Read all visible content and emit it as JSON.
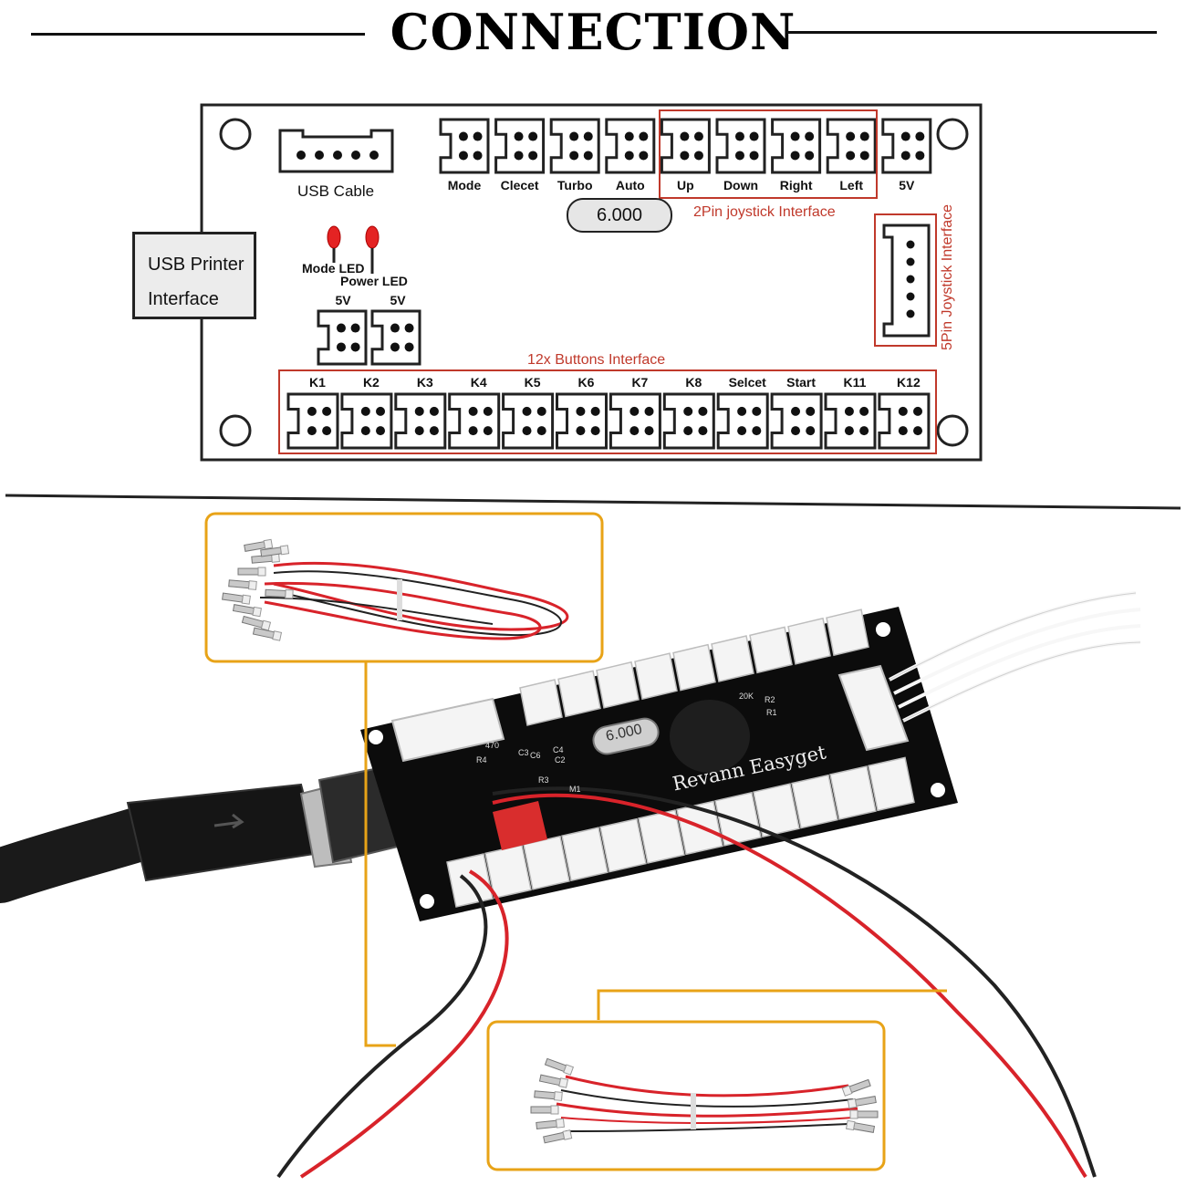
{
  "title": "CONNECTION",
  "top_connectors": [
    {
      "label": "Mode"
    },
    {
      "label": "Clecet"
    },
    {
      "label": "Turbo"
    },
    {
      "label": "Auto"
    },
    {
      "label": "Up"
    },
    {
      "label": "Down"
    },
    {
      "label": "Right"
    },
    {
      "label": "Left"
    },
    {
      "label": "5V"
    }
  ],
  "usb_cable_label": "USB Cable",
  "crystal_label": "6.000",
  "joystick2_label": "2Pin joystick Interface",
  "joystick5_label": "5Pin Joystick Interface",
  "usb_printer_label": [
    "USB Printer",
    "Interface"
  ],
  "mode_led_label": "Mode LED",
  "power_led_label": "Power LED",
  "led_5v_labels": [
    "5V",
    "5V"
  ],
  "buttons_interface_label": "12x Buttons Interface",
  "button_labels": [
    "K1",
    "K2",
    "K3",
    "K4",
    "K5",
    "K6",
    "K7",
    "K8",
    "Selcet",
    "Start",
    "K11",
    "K12"
  ],
  "photo_board_labels": {
    "crystal": "6.000",
    "brand": "Revann Easyget",
    "parts": [
      "20K",
      "R2",
      "R1",
      "470",
      "R4",
      "C3",
      "C6",
      "C4",
      "C2",
      "R3",
      "M1"
    ]
  },
  "colors": {
    "highlight": "#c0392b",
    "callout": "#e8a317",
    "wire_red": "#d8232a",
    "wire_black": "#222222",
    "board": "#111111"
  }
}
